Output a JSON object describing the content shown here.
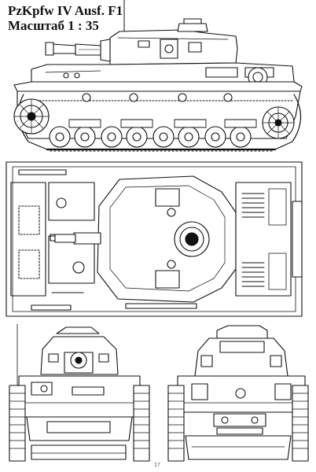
{
  "title": {
    "line1": "PzKpfw IV Ausf. F1",
    "line2": "Масштаб 1 : 35"
  },
  "page_number": "17",
  "views": [
    {
      "name": "side-view"
    },
    {
      "name": "top-view"
    },
    {
      "name": "front-view"
    },
    {
      "name": "rear-view"
    }
  ],
  "colors": {
    "ink": "#111111",
    "paper": "#ffffff",
    "shade": "#222222"
  }
}
